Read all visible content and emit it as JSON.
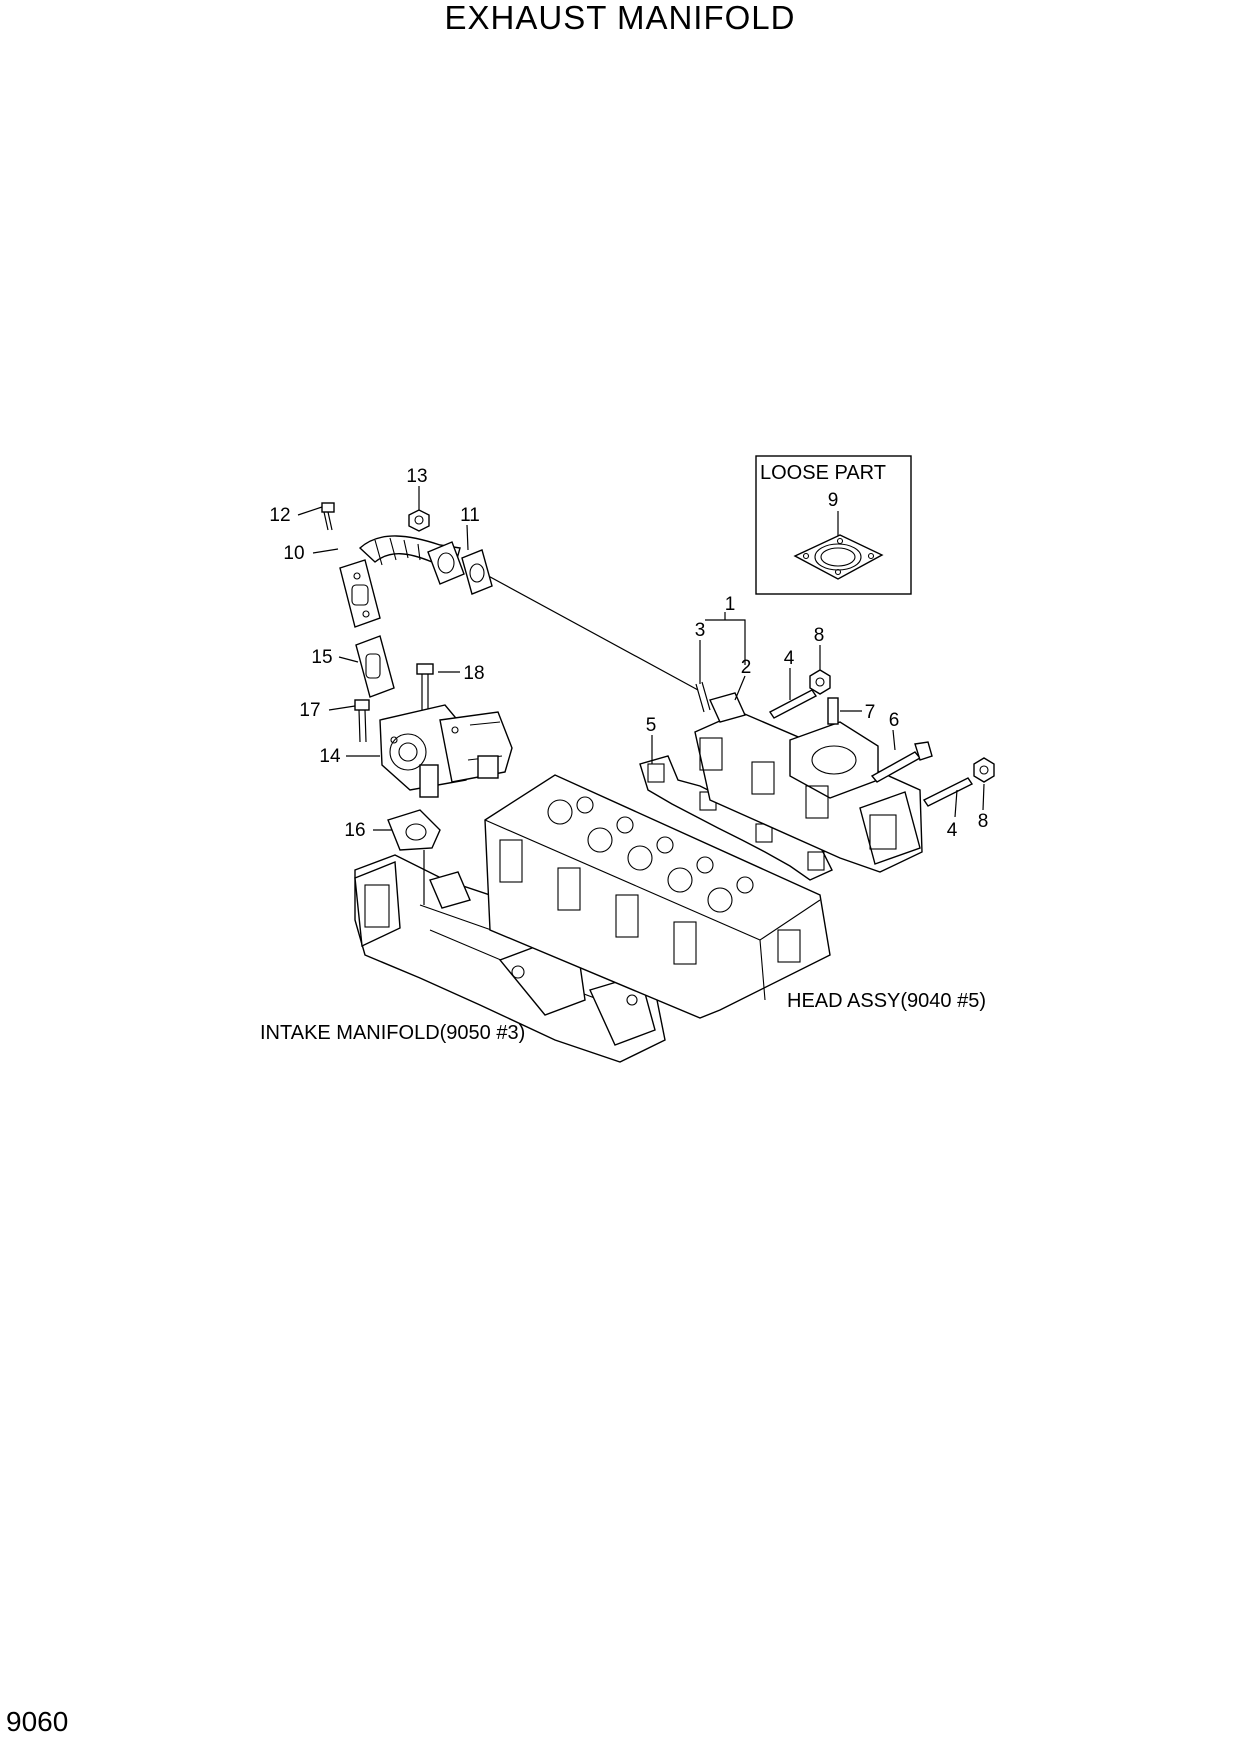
{
  "title": "EXHAUST MANIFOLD",
  "page_number": "9060",
  "loose_part": {
    "heading": "LOOSE PART",
    "callout": "9"
  },
  "callouts": {
    "c1": "1",
    "c2": "2",
    "c3": "3",
    "c4a": "4",
    "c4b": "4",
    "c5": "5",
    "c6": "6",
    "c7": "7",
    "c8a": "8",
    "c8b": "8",
    "c10": "10",
    "c11": "11",
    "c12": "12",
    "c13": "13",
    "c14": "14",
    "c15": "15",
    "c16": "16",
    "c17": "17",
    "c18": "18"
  },
  "references": {
    "head_assy": "HEAD ASSY(9040 #5)",
    "intake_manifold": "INTAKE MANIFOLD(9050 #3)"
  }
}
